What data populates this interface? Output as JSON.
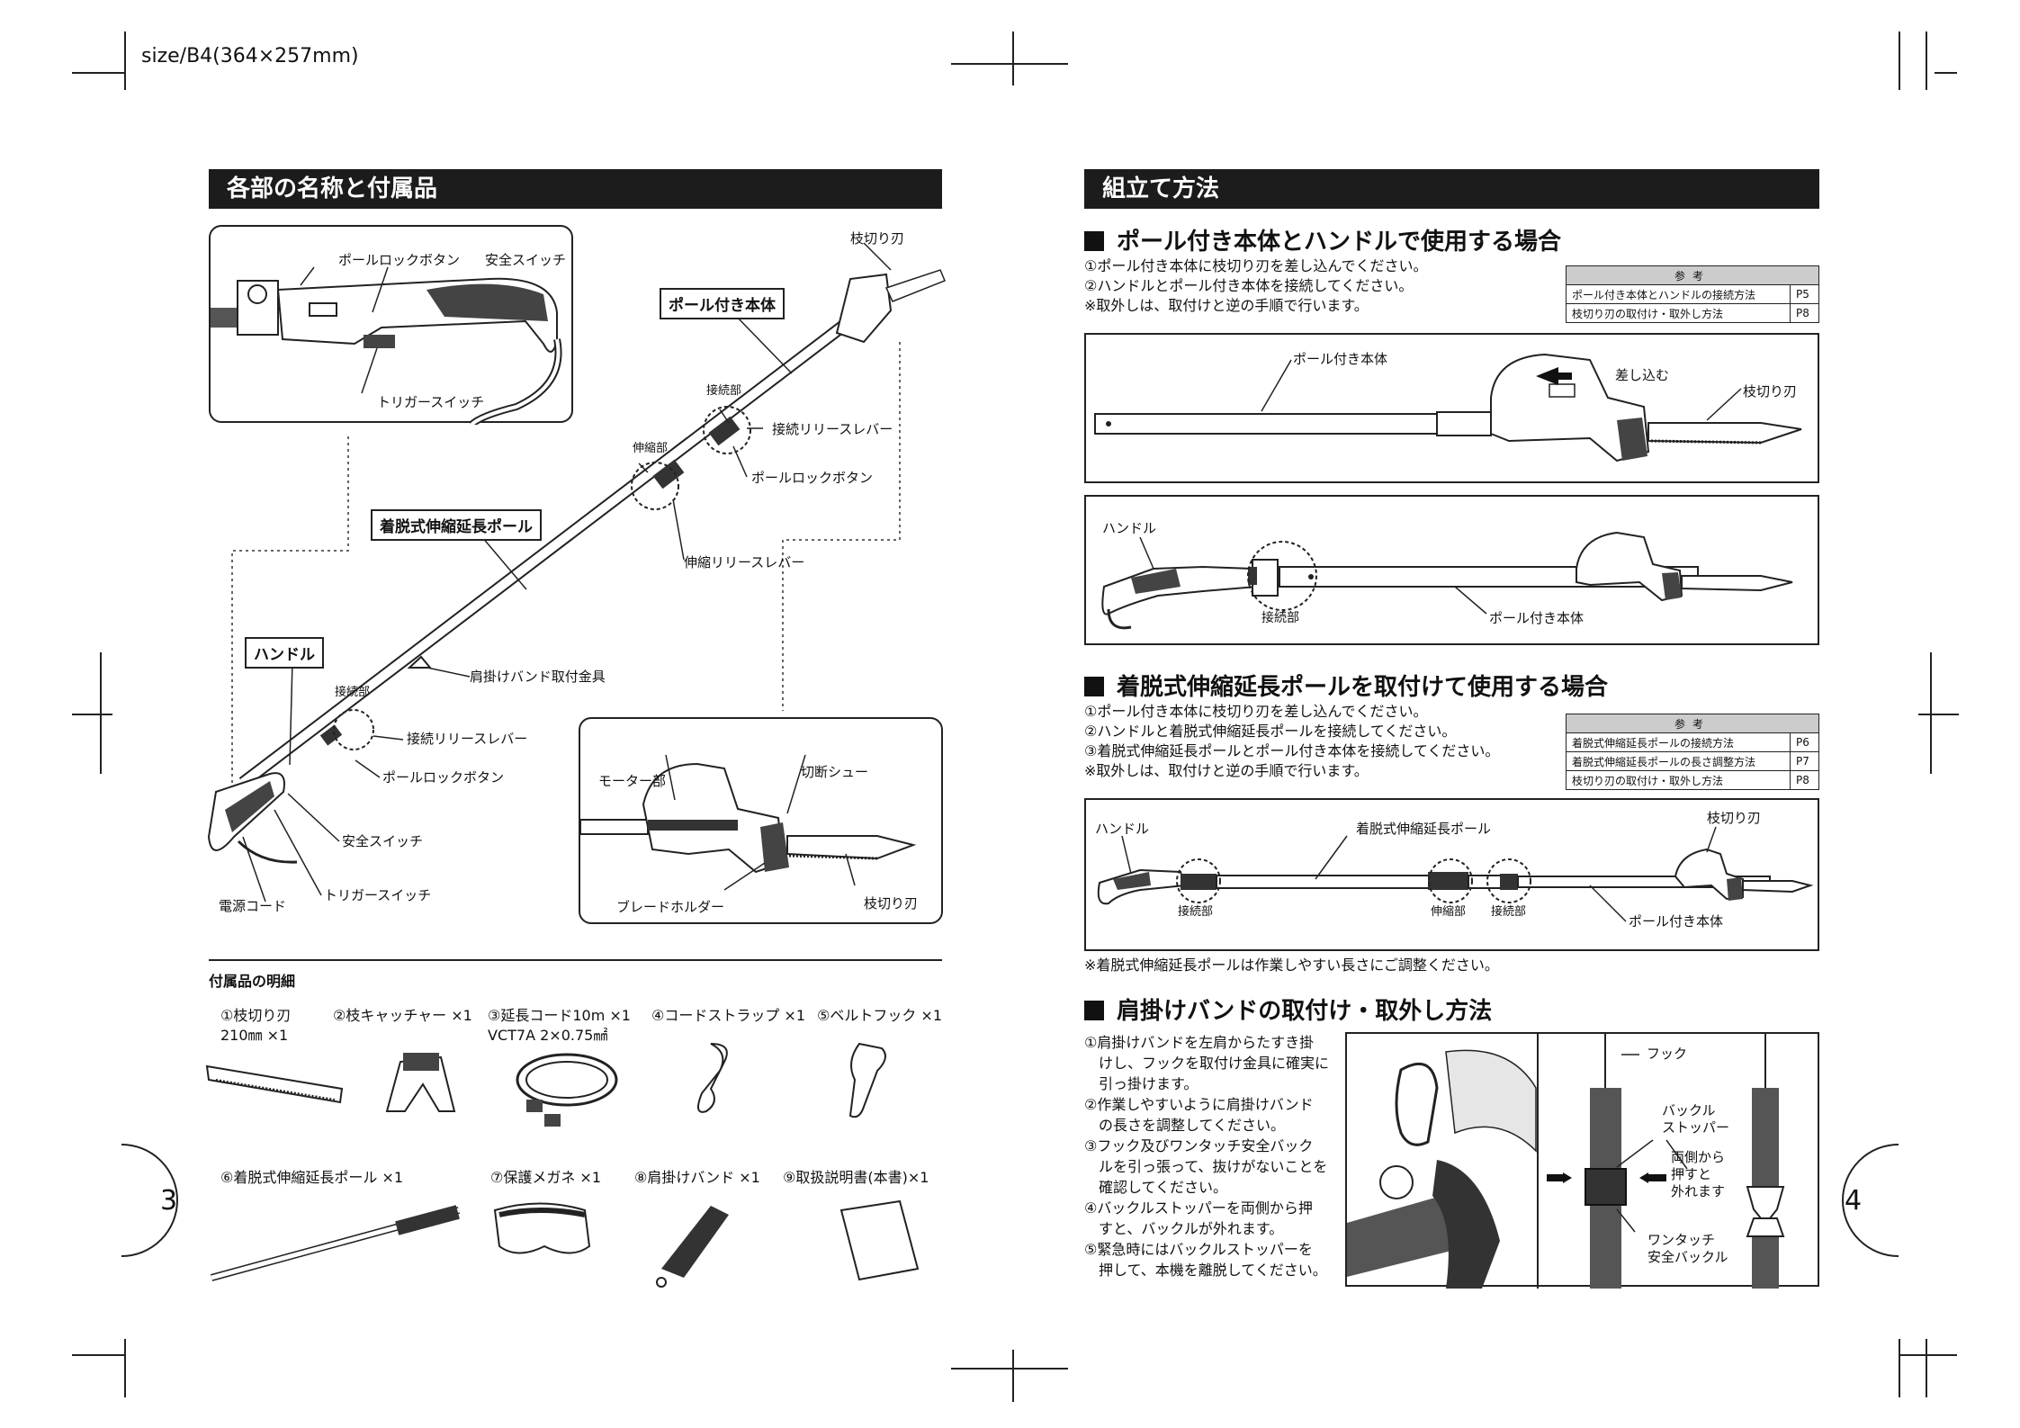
{
  "size_label": "size/B4(364×257mm)",
  "left": {
    "section_title": "各部の名称と付属品",
    "labels": {
      "pole_lock_button_top": "ポールロックボタン",
      "safety_switch_top": "安全スイッチ",
      "trigger_switch_top": "トリガースイッチ",
      "blade_top": "枝切り刃",
      "pole_body": "ポール付き本体",
      "connection_upper": "接続部",
      "connection_release_upper": "接続リリースレバー",
      "telescopic_part": "伸縮部",
      "pole_lock_button_mid": "ポールロックボタン",
      "extension_pole": "着脱式伸縮延長ポール",
      "telescopic_release": "伸縮リリースレバー",
      "handle": "ハンドル",
      "shoulder_fitting": "肩掛けバンド取付金具",
      "connection_lower": "接続部",
      "connection_release_lower": "接続リリースレバー",
      "pole_lock_button_low": "ポールロックボタン",
      "safety_switch_low": "安全スイッチ",
      "trigger_switch_low": "トリガースイッチ",
      "power_cord": "電源コード",
      "motor": "モーター部",
      "cutting_shoe": "切断シュー",
      "blade_holder": "ブレードホルダー",
      "blade_detail": "枝切り刃"
    },
    "accessories_title": "付属品の明細",
    "accessories": [
      {
        "line1": "①枝切り刃",
        "line2": "210㎜ ×1"
      },
      {
        "line1": "②枝キャッチャー ×1",
        "line2": ""
      },
      {
        "line1": "③延長コード10m ×1",
        "line2": "VCT7A 2×0.75㎟"
      },
      {
        "line1": "④コードストラップ ×1",
        "line2": ""
      },
      {
        "line1": "⑤ベルトフック ×1",
        "line2": ""
      },
      {
        "line1": "⑥着脱式伸縮延長ポール ×1",
        "line2": ""
      },
      {
        "line1": "⑦保護メガネ ×1",
        "line2": ""
      },
      {
        "line1": "⑧肩掛けバンド ×1",
        "line2": ""
      },
      {
        "line1": "⑨取扱説明書(本書)×1",
        "line2": ""
      }
    ],
    "page_number": "3"
  },
  "right": {
    "section_title": "組立て方法",
    "sub1": {
      "heading": "ポール付き本体とハンドルで使用する場合",
      "steps": [
        "①ポール付き本体に枝切り刃を差し込んでください。",
        "②ハンドルとポール付き本体を接続してください。",
        "※取外しは、取付けと逆の手順で行います。"
      ],
      "ref_header": "参考",
      "refs": [
        {
          "item": "ポール付き本体とハンドルの接続方法",
          "page": "P5"
        },
        {
          "item": "枝切り刃の取付け・取外し方法",
          "page": "P8"
        }
      ],
      "fig1": {
        "pole_body": "ポール付き本体",
        "insert": "差し込む",
        "blade": "枝切り刃"
      },
      "fig2": {
        "handle": "ハンドル",
        "connection": "接続部",
        "pole_body": "ポール付き本体"
      }
    },
    "sub2": {
      "heading": "着脱式伸縮延長ポールを取付けて使用する場合",
      "steps": [
        "①ポール付き本体に枝切り刃を差し込んでください。",
        "②ハンドルと着脱式伸縮延長ポールを接続してください。",
        "③着脱式伸縮延長ポールとポール付き本体を接続してください。",
        "※取外しは、取付けと逆の手順で行います。"
      ],
      "ref_header": "参考",
      "refs": [
        {
          "item": "着脱式伸縮延長ポールの接続方法",
          "page": "P6"
        },
        {
          "item": "着脱式伸縮延長ポールの長さ調整方法",
          "page": "P7"
        },
        {
          "item": "枝切り刃の取付け・取外し方法",
          "page": "P8"
        }
      ],
      "fig": {
        "handle": "ハンドル",
        "extension_pole": "着脱式伸縮延長ポール",
        "blade": "枝切り刃",
        "connection_a": "接続部",
        "telescopic": "伸縮部",
        "connection_b": "接続部",
        "pole_body": "ポール付き本体"
      },
      "note": "※着脱式伸縮延長ポールは作業しやすい長さにご調整ください。"
    },
    "sub3": {
      "heading": "肩掛けバンドの取付け・取外し方法",
      "steps": [
        "①肩掛けバンドを左肩からたすき掛",
        "　けし、フックを取付け金具に確実に",
        "　引っ掛けます。",
        "②作業しやすいように肩掛けバンド",
        "　の長さを調整してください。",
        "③フック及びワンタッチ安全バック",
        "　ルを引っ張って、抜けがないことを",
        "　確認してください。",
        "④バックルストッパーを両側から押",
        "　すと、バックルが外れます。",
        "⑤緊急時にはバックルストッパーを",
        "　押して、本機を離脱してください。"
      ],
      "fig": {
        "hook": "フック",
        "buckle_stopper_1": "バックル",
        "buckle_stopper_2": "ストッパー",
        "press_1": "両側から",
        "press_2": "押すと",
        "press_3": "外れます",
        "one_touch_1": "ワンタッチ",
        "one_touch_2": "安全バックル"
      }
    },
    "page_number": "4"
  }
}
